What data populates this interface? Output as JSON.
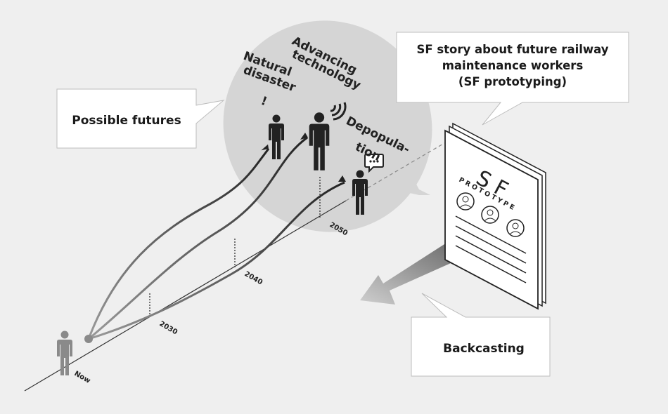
{
  "callouts": {
    "possible_futures": "Possible futures",
    "sf_story": [
      "SF story about future railway",
      "maintenance workers",
      "(SF prototyping)"
    ],
    "backcasting": "Backcasting"
  },
  "timeline": {
    "now": "Now",
    "y2030": "2030",
    "y2040": "2040",
    "y2050": "2050"
  },
  "futures": {
    "natural": [
      "Natural",
      "disaster",
      "!"
    ],
    "advancing": [
      "Advancing",
      "technology"
    ],
    "depop": [
      "Depopula-",
      "tion"
    ]
  },
  "document": {
    "sf": "S F",
    "prototype": "PROTOTYPE"
  },
  "icons": [
    "person-icon",
    "signal-waves-icon",
    "chat-bubble-icon",
    "arrow-icon"
  ]
}
